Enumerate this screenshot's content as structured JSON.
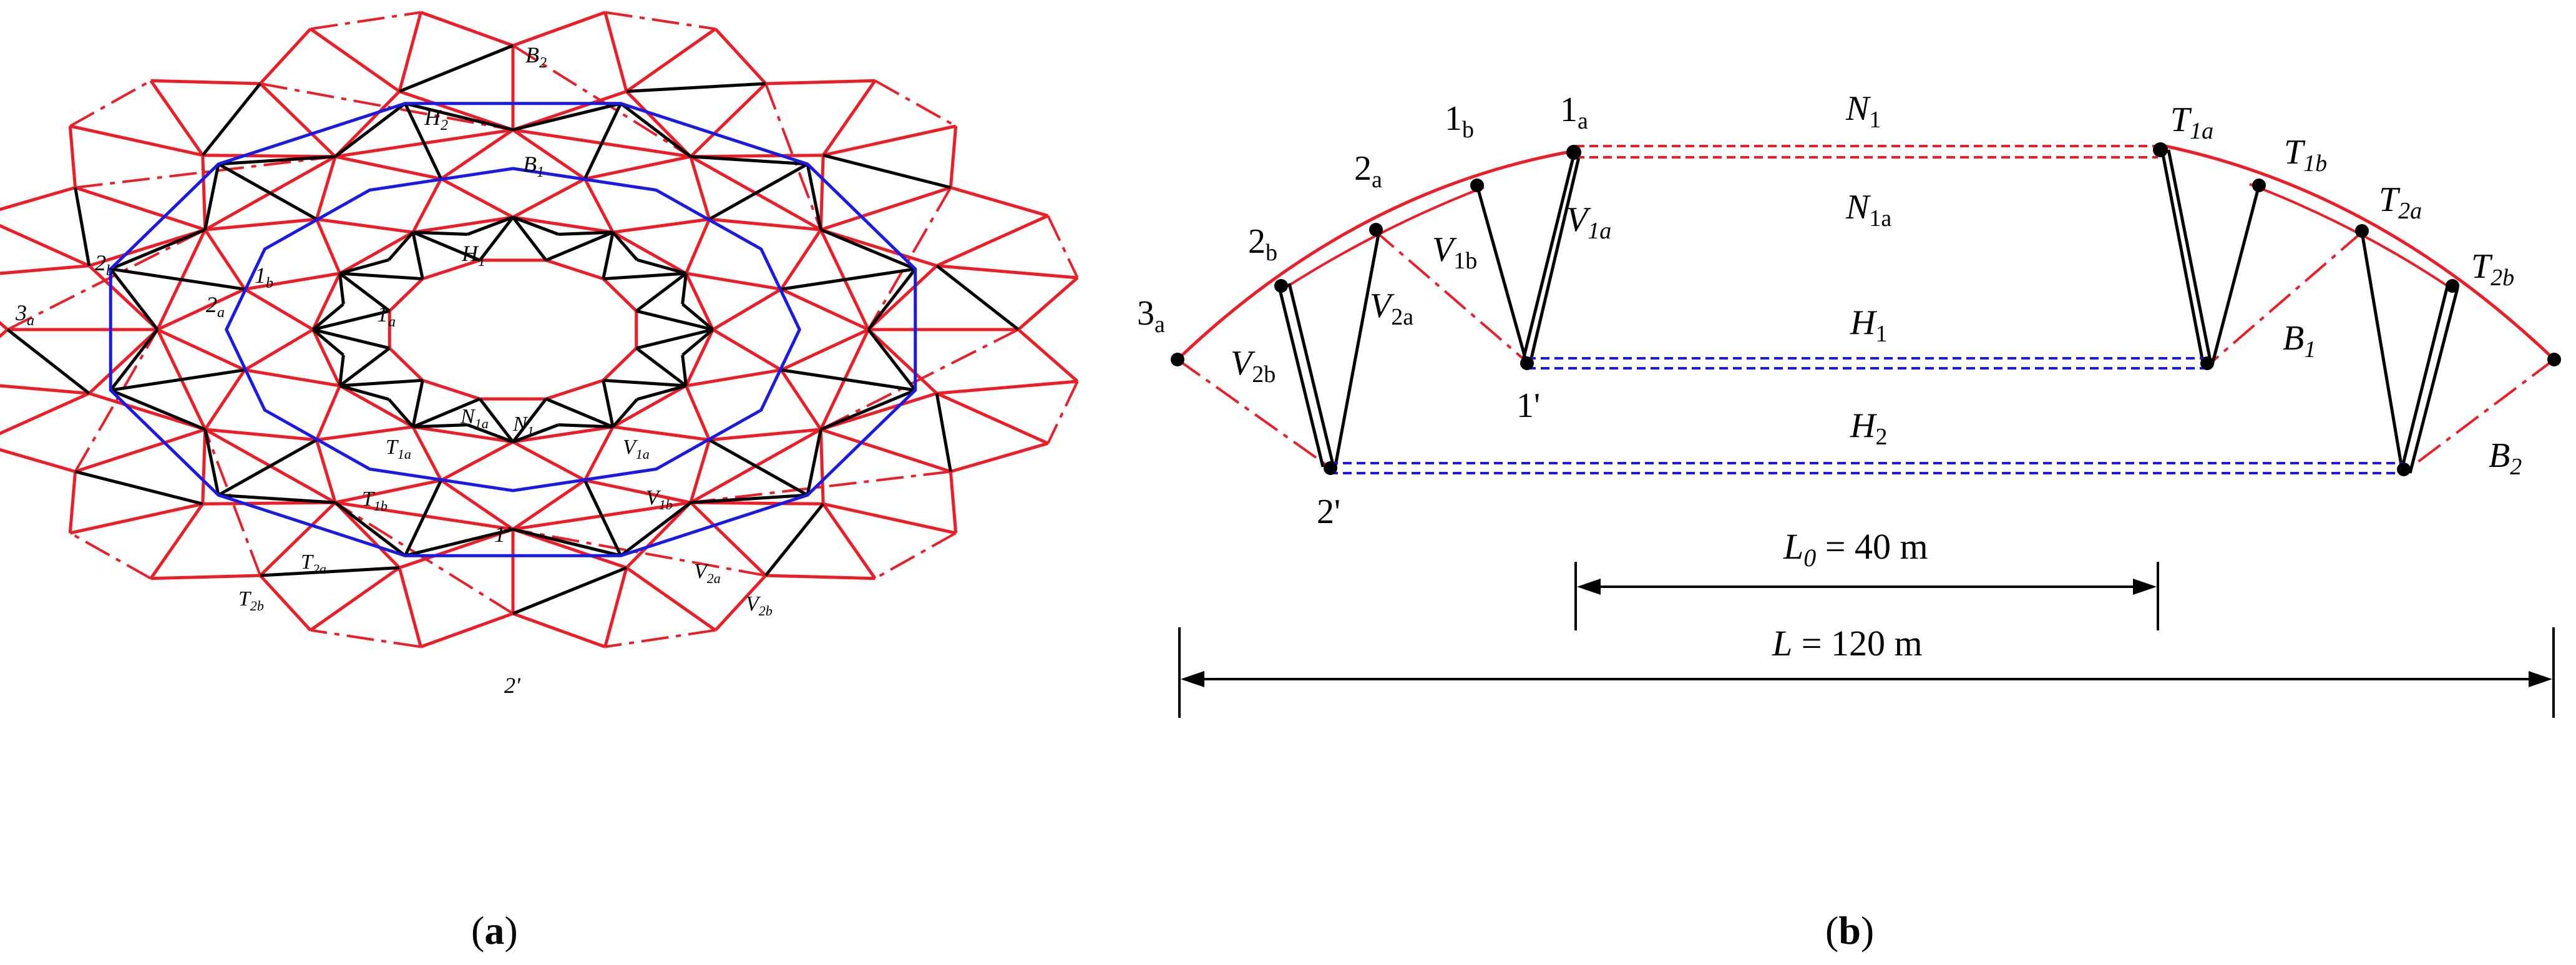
{
  "colors": {
    "cable_red": "#ee1c25",
    "strut_black": "#000000",
    "hoop_blue": "#1a1ae6",
    "background": "#ffffff"
  },
  "panel_a": {
    "caption_open": "(",
    "caption_letter": "a",
    "caption_close": ")",
    "labels": {
      "B2": "B",
      "B2_sub": "2",
      "H2": "H",
      "H2_sub": "2",
      "B1": "B",
      "B1_sub": "1",
      "H1": "H",
      "H1_sub": "1",
      "l2b": "2",
      "l2b_sub": "b",
      "l1b": "1",
      "l1b_sub": "b",
      "l3a": "3",
      "l3a_sub": "a",
      "l2a": "2",
      "l2a_sub": "a",
      "l1a": "1",
      "l1a_sub": "a",
      "N1a": "N",
      "N1a_sub": "1a",
      "N1": "N",
      "N1_sub": "1",
      "T1a": "T",
      "T1a_sub": "1a",
      "V1a": "V",
      "V1a_sub": "1a",
      "T1b": "T",
      "T1b_sub": "1b",
      "V1b": "V",
      "V1b_sub": "1b",
      "one_prime": "1'",
      "T2a": "T",
      "T2a_sub": "2a",
      "V2a": "V",
      "V2a_sub": "2a",
      "T2b": "T",
      "T2b_sub": "2b",
      "V2b": "V",
      "V2b_sub": "2b",
      "two_prime": "2'"
    }
  },
  "panel_b": {
    "caption_open": "(",
    "caption_letter": "b",
    "caption_close": ")",
    "labels": {
      "n3a": "3",
      "n3a_sub": "a",
      "n2b": "2",
      "n2b_sub": "b",
      "n2a": "2",
      "n2a_sub": "a",
      "n1b": "1",
      "n1b_sub": "b",
      "n1a": "1",
      "n1a_sub": "a",
      "N1": "N",
      "N1_sub": "1",
      "N1a": "N",
      "N1a_sub": "1a",
      "V1a": "V",
      "V1a_sub": "1a",
      "V1b": "V",
      "V1b_sub": "1b",
      "V2a": "V",
      "V2a_sub": "2a",
      "V2b": "V",
      "V2b_sub": "2b",
      "H1": "H",
      "H1_sub": "1",
      "H2": "H",
      "H2_sub": "2",
      "one_prime": "1'",
      "two_prime": "2'",
      "T1a": "T",
      "T1a_sub": "1a",
      "T1b": "T",
      "T1b_sub": "1b",
      "T2a": "T",
      "T2a_sub": "2a",
      "T2b": "T",
      "T2b_sub": "2b",
      "B1": "B",
      "B1_sub": "1",
      "B2": "B",
      "B2_sub": "2",
      "L0_sym": "L",
      "L0_sub": "0",
      "L0_value": " = 40 m",
      "L_sym": "L",
      "L_value": " = 120 m"
    }
  }
}
